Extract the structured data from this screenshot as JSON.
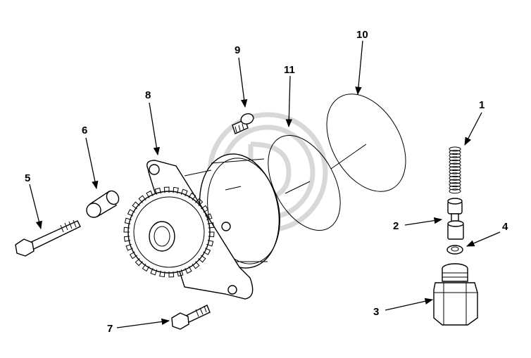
{
  "diagram": {
    "callouts": [
      "1",
      "2",
      "3",
      "4",
      "5",
      "6",
      "7",
      "8",
      "9",
      "10",
      "11"
    ],
    "line_color": "#000000",
    "background": "#ffffff",
    "watermark_color": "#d8d8d8"
  }
}
